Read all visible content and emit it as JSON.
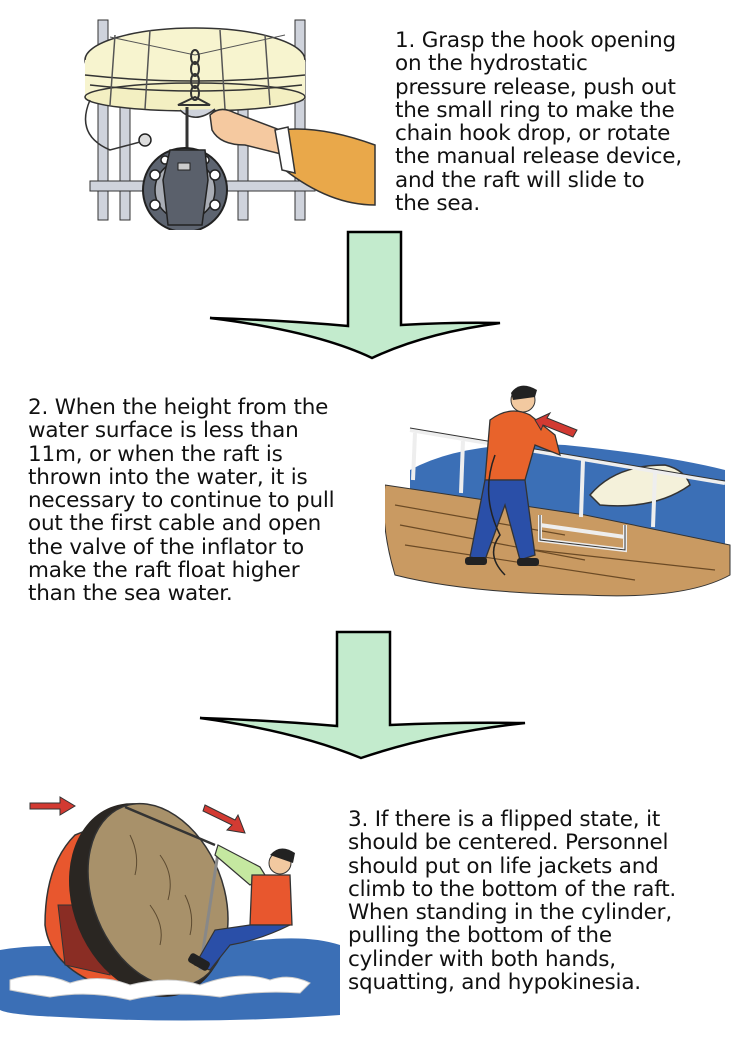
{
  "steps": [
    {
      "number": "1",
      "lines": [
        "1. Grasp the hook opening",
        "on the hydrostatic",
        "pressure release, push out",
        "the small ring to make the",
        "chain hook drop, or rotate",
        "the manual release device,",
        "and the raft will slide to",
        "the sea."
      ],
      "illustration": "raft-canister-hydrostatic-release"
    },
    {
      "number": "2",
      "lines": [
        "2. When the height from the",
        "water surface is less than",
        "11m, or when the raft is",
        "thrown into the water, it is",
        "necessary to continue to pull",
        "out the first cable and open",
        "the valve of the inflator to",
        "make the raft float higher",
        "than the sea water."
      ],
      "illustration": "man-pulling-painter-cable-on-deck"
    },
    {
      "number": "3",
      "lines": [
        "3. If there is a flipped state, it",
        "should be centered. Personnel",
        "should put on life jackets and",
        "climb to the bottom of the raft.",
        "When standing in the cylinder,",
        "pulling the bottom of the",
        "cylinder with both hands,",
        "squatting, and hypokinesia."
      ],
      "illustration": "man-righting-capsized-raft"
    }
  ],
  "colors": {
    "arrow_fill": "#c3ebcd",
    "arrow_stroke": "#000000",
    "red_arrow": "#d23a32",
    "water": "#3b6fb6",
    "deck": "#c99a62",
    "raft_orange": "#e8572e",
    "raft_bottom": "#a8916a"
  }
}
